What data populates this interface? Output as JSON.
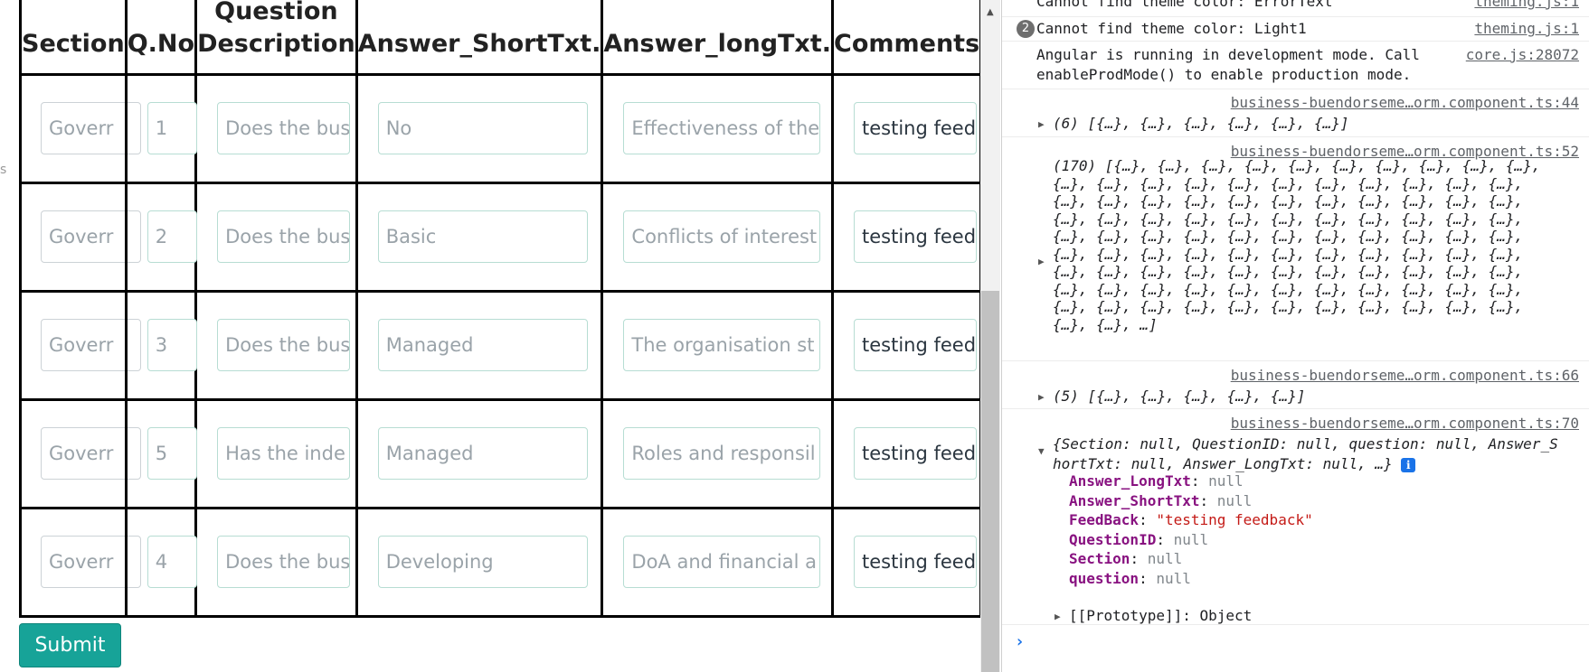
{
  "table": {
    "headers": {
      "section": "Section",
      "qno": "Q.No",
      "description_line1": "Question",
      "description_line2": "Description",
      "short": "Answer_ShortTxt.",
      "long": "Answer_longTxt.",
      "comments": "Comments"
    },
    "rows": [
      {
        "section": "Goverr",
        "qno": "1",
        "description": "Does the bus",
        "short": "No",
        "long": "Effectiveness of the",
        "comments": "testing feedback"
      },
      {
        "section": "Goverr",
        "qno": "2",
        "description": "Does the bus",
        "short": "Basic",
        "long": "Conflicts of interest",
        "comments": "testing feedback"
      },
      {
        "section": "Goverr",
        "qno": "3",
        "description": "Does the bus",
        "short": "Managed",
        "long": "The organisation st",
        "comments": "testing feedback"
      },
      {
        "section": "Goverr",
        "qno": "5",
        "description": "Has the inde",
        "short": "Managed",
        "long": "Roles and responsil",
        "comments": "testing feedback"
      },
      {
        "section": "Goverr",
        "qno": "4",
        "description": "Does the bus",
        "short": "Developing",
        "long": "DoA and financial a",
        "comments": "testing feedback"
      }
    ]
  },
  "submit_label": "Submit",
  "left_edge_glyph": "s",
  "console": {
    "msg0": {
      "text": "Cannot find theme color: ErrorText",
      "source": "theming.js:1"
    },
    "msg1": {
      "count": "2",
      "text": "Cannot find theme color: Light1",
      "source": "theming.js:1"
    },
    "msg2": {
      "line1": "Angular is running in development mode. Call",
      "line2": "enableProdMode() to enable production mode.",
      "source": "core.js:28072"
    },
    "msg3": {
      "source": "business-buendorseme…orm.component.ts:44",
      "summary": "(6) [{…}, {…}, {…}, {…}, {…}, {…}]"
    },
    "msg4": {
      "source": "business-buendorseme…orm.component.ts:52",
      "lines": [
        "(170) [{…}, {…}, {…}, {…}, {…}, {…}, {…}, {…}, {…}, {…},",
        "{…}, {…}, {…}, {…}, {…}, {…}, {…}, {…}, {…}, {…}, {…},",
        "{…}, {…}, {…}, {…}, {…}, {…}, {…}, {…}, {…}, {…}, {…},",
        "{…}, {…}, {…}, {…}, {…}, {…}, {…}, {…}, {…}, {…}, {…},",
        "{…}, {…}, {…}, {…}, {…}, {…}, {…}, {…}, {…}, {…}, {…},",
        "{…}, {…}, {…}, {…}, {…}, {…}, {…}, {…}, {…}, {…}, {…},",
        "{…}, {…}, {…}, {…}, {…}, {…}, {…}, {…}, {…}, {…}, {…},",
        "{…}, {…}, {…}, {…}, {…}, {…}, {…}, {…}, {…}, {…}, {…},",
        "{…}, {…}, {…}, {…}, {…}, {…}, {…}, {…}, {…}, {…}, {…},",
        "{…}, {…}, …]"
      ]
    },
    "msg5": {
      "source": "business-buendorseme…orm.component.ts:66",
      "summary": "(5) [{…}, {…}, {…}, {…}, {…}]"
    },
    "msg6": {
      "source": "business-buendorseme…orm.component.ts:70",
      "summary_line1": "{Section: null, QuestionID: null, question: null, Answer_S",
      "summary_line2": "hortTxt: null, Answer_LongTxt: null, …}",
      "info_glyph": "i",
      "props": [
        {
          "key": "Answer_LongTxt",
          "value": "null",
          "kind": "null"
        },
        {
          "key": "Answer_ShortTxt",
          "value": "null",
          "kind": "null"
        },
        {
          "key": "FeedBack",
          "value": "\"testing feedback\"",
          "kind": "string"
        },
        {
          "key": "QuestionID",
          "value": "null",
          "kind": "null"
        },
        {
          "key": "Section",
          "value": "null",
          "kind": "null"
        },
        {
          "key": "question",
          "value": "null",
          "kind": "null"
        }
      ],
      "prototype": "[[Prototype]]: Object"
    },
    "prompt": "›"
  },
  "colors": {
    "submit": "#17a398",
    "input_border": "#b7ddd3",
    "link_blue": "#1a73e8"
  }
}
